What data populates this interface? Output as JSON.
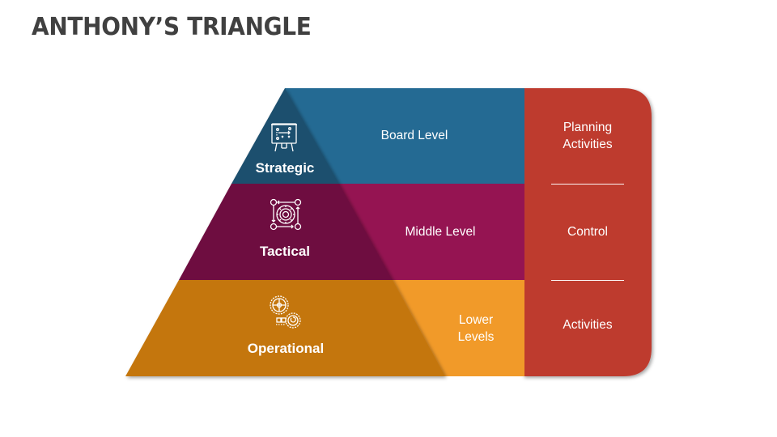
{
  "title": "ANTHONY’S TRIANGLE",
  "colors": {
    "strategic_triangle": "#1F506E",
    "board_band": "#246A93",
    "tactical_triangle": "#6E103F",
    "middle_band": "#951452",
    "operational_triangle": "#C4760A",
    "lower_band": "#F19A29",
    "activity_panel": "#BE3A2F",
    "title_text": "#404040"
  },
  "pyramid": {
    "levels": [
      {
        "name": "Strategic",
        "icon": "strategy-board-icon",
        "band_label": "Board Level",
        "activity": "Planning Activities"
      },
      {
        "name": "Tactical",
        "icon": "process-cycle-gear-icon",
        "band_label": "Middle Level",
        "activity": "Control"
      },
      {
        "name": "Operational",
        "icon": "operations-gears-icon",
        "band_label": "Lower Levels",
        "activity": "Activities"
      }
    ]
  },
  "activities_panel": {
    "items": [
      "Planning Activities",
      "Control",
      "Activities"
    ]
  }
}
